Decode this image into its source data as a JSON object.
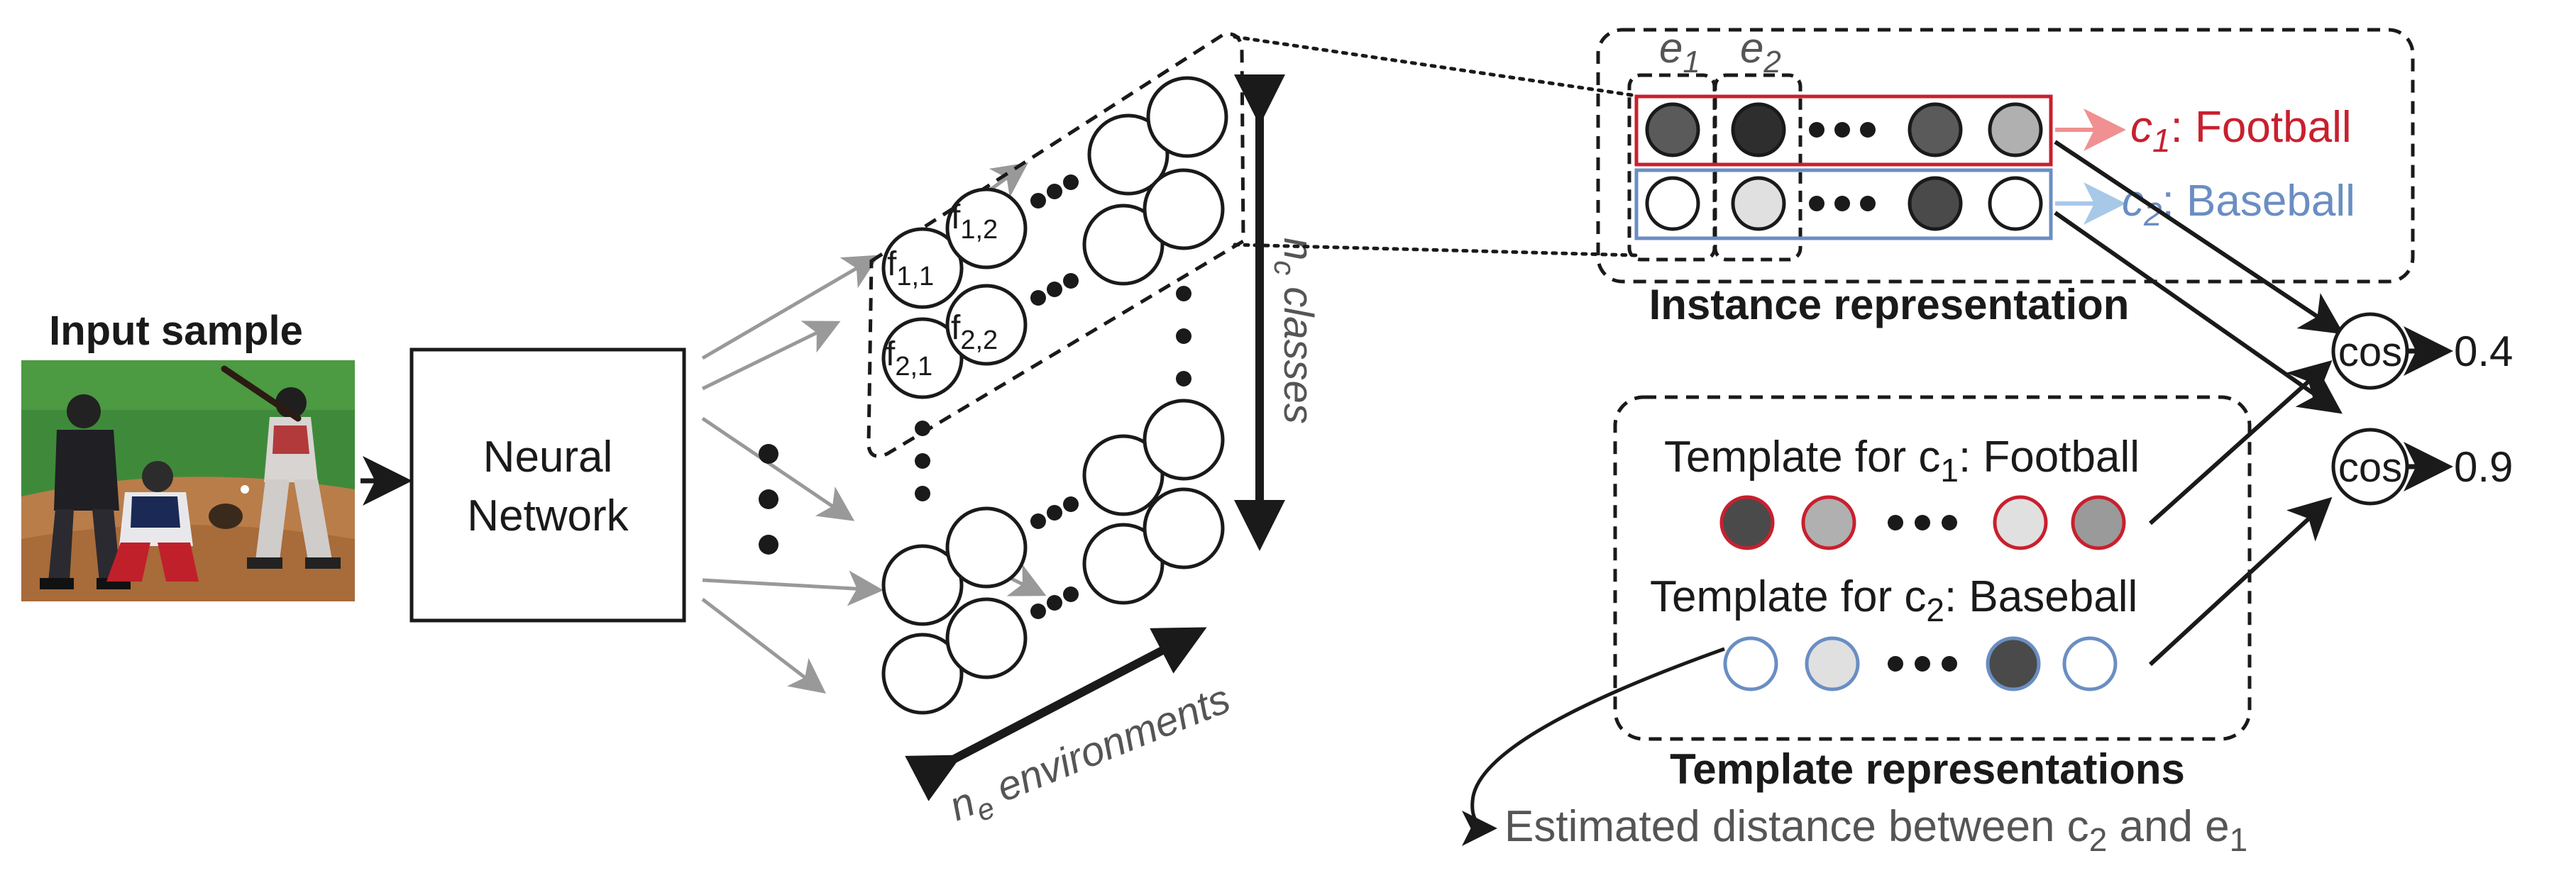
{
  "input": {
    "title": "Input sample"
  },
  "network": {
    "line1": "Neural",
    "line2": "Network"
  },
  "feature_bank": {
    "f11_main": "f",
    "f11_sub": "1,1",
    "f12_main": "f",
    "f12_sub": "1,2",
    "f21_main": "f",
    "f21_sub": "2,1",
    "f22_main": "f",
    "f22_sub": "2,2",
    "classes_axis_main": "n",
    "classes_axis_sub": "c",
    "classes_axis_rest": " classes",
    "envs_axis_main": "n",
    "envs_axis_sub": "e",
    "envs_axis_rest": " environments"
  },
  "instance": {
    "e1_main": "e",
    "e1_sub": "1",
    "e2_main": "e",
    "e2_sub": "2",
    "c1_main": "c",
    "c1_sub": "1",
    "c1_rest": ": Football",
    "c2_main": "c",
    "c2_sub": "2",
    "c2_rest": ": Baseball",
    "title": "Instance representation"
  },
  "templates": {
    "t1_prefix": "Template for c",
    "t1_sub": "1",
    "t1_rest": ": Football",
    "t2_prefix": "Template for c",
    "t2_sub": "2",
    "t2_rest": ": Baseball",
    "title": "Template representations"
  },
  "similarity": {
    "cos1_label": "cos",
    "cos2_label": "cos",
    "score1": "0.4",
    "score2": "0.9"
  },
  "note": {
    "prefix": "Estimated distance between c",
    "sub1": "2",
    "mid": " and e",
    "sub2": "1"
  },
  "colors": {
    "red": "#c8202e",
    "blue": "#6a8ec2",
    "gray_text": "#555555",
    "arrow_gray": "#999999",
    "dark_fill": "#4a4a4a",
    "mid_fill": "#a8a8a8",
    "light_fill": "#dedede",
    "c1_arrow": "#f09090",
    "c2_arrow": "#a8c8e8"
  }
}
